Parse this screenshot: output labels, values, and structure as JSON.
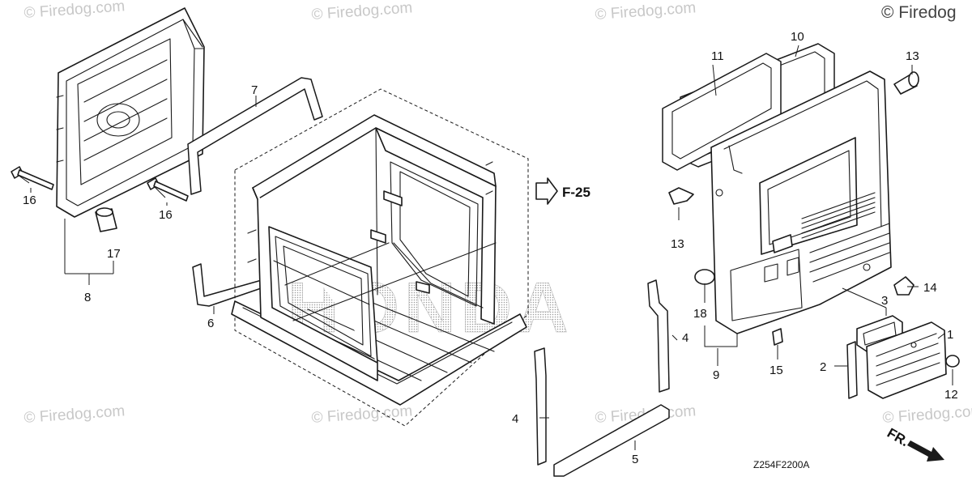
{
  "watermark": {
    "corner_text": "© Firedog",
    "tile_text": "© Firedog.com"
  },
  "brand_stencil": "HONDA",
  "diagram_code": "Z254F2200A",
  "reference_arrow": "F-25",
  "front_marker": "FR.",
  "parts": {
    "p1": "1",
    "p2": "2",
    "p3": "3",
    "p4a": "4",
    "p4b": "4",
    "p5": "5",
    "p6": "6",
    "p7": "7",
    "p8": "8",
    "p9": "9",
    "p10": "10",
    "p11": "11",
    "p12": "12",
    "p13a": "13",
    "p13b": "13",
    "p14": "14",
    "p15": "15",
    "p16a": "16",
    "p16b": "16",
    "p17": "17",
    "p18": "18"
  }
}
